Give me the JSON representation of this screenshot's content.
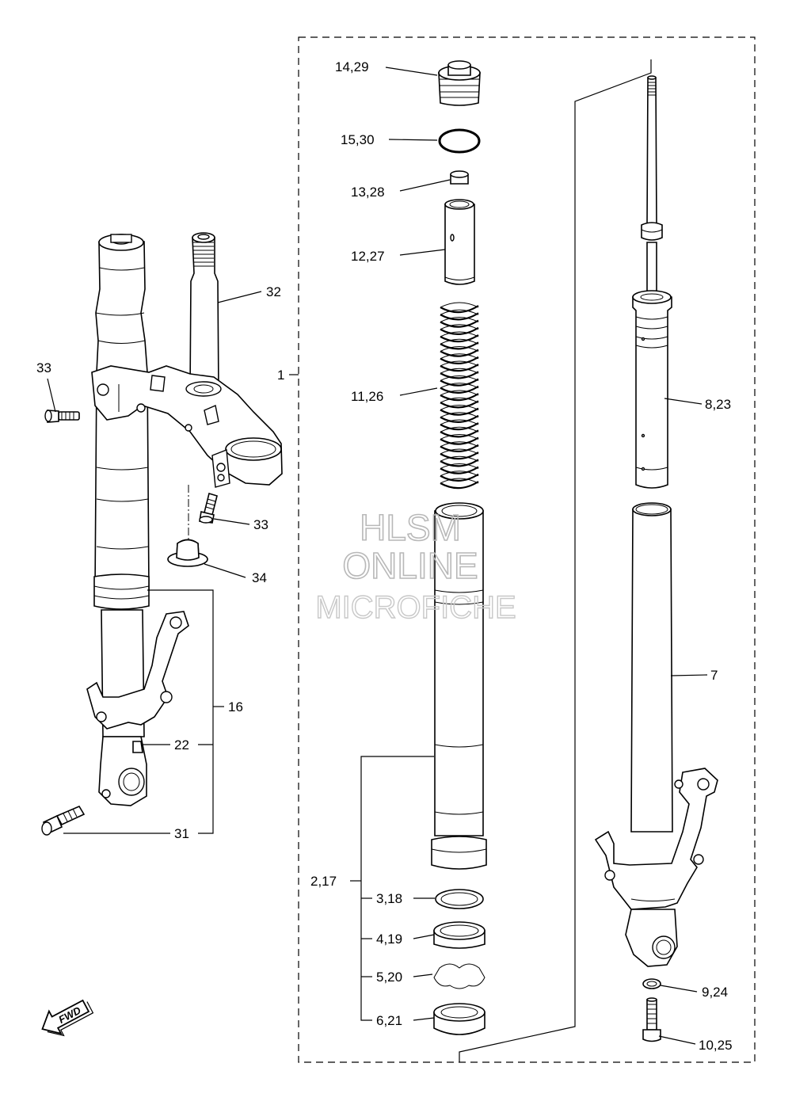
{
  "watermark": {
    "line1": "HLSM",
    "line2": "ONLINE",
    "line3": "MICROFICHE"
  },
  "fwd_label": "FWD",
  "callouts": {
    "c1": "1",
    "c14_29": "14,29",
    "c15_30": "15,30",
    "c13_28": "13,28",
    "c12_27": "12,27",
    "c11_26": "11,26",
    "c2_17": "2,17",
    "c3_18": "3,18",
    "c4_19": "4,19",
    "c5_20": "5,20",
    "c6_21": "6,21",
    "c8_23": "8,23",
    "c7": "7",
    "c9_24": "9,24",
    "c10_25": "10,25",
    "c32": "32",
    "c33_left": "33",
    "c33_right": "33",
    "c34": "34",
    "c16": "16",
    "c22": "22",
    "c31": "31"
  }
}
